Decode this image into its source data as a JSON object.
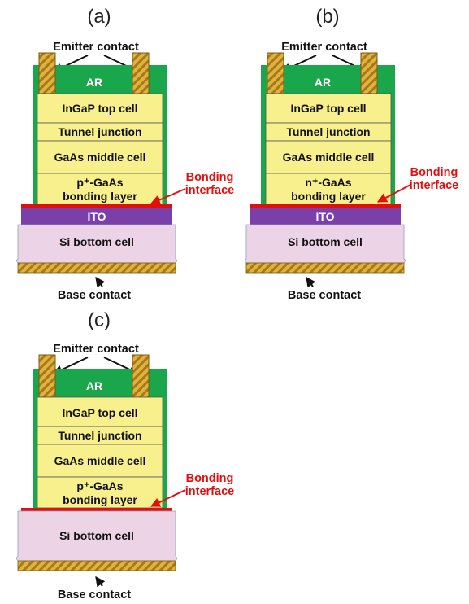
{
  "colors": {
    "green": "#1aa64a",
    "yellow": "#f7f08c",
    "purple": "#7a3fa8",
    "pink": "#ecd4e6",
    "red": "#e01010",
    "contact_fill": "#e0b43c",
    "contact_stripe": "#a8781e"
  },
  "panels": [
    {
      "label": "(a)",
      "emitter": "Emitter contact",
      "ar": "AR",
      "top_cell": "InGaP top cell",
      "tunnel": "Tunnel junction",
      "middle_cell": "GaAs middle cell",
      "bond_line1": "p⁺-GaAs",
      "bond_line2": "bonding layer",
      "ito": "ITO",
      "si_cell": "Si bottom cell",
      "interface1": "Bonding",
      "interface2": "interface",
      "base": "Base contact"
    },
    {
      "label": "(b)",
      "emitter": "Emitter contact",
      "ar": "AR",
      "top_cell": "InGaP top cell",
      "tunnel": "Tunnel junction",
      "middle_cell": "GaAs middle cell",
      "bond_line1": "n⁺-GaAs",
      "bond_line2": "bonding layer",
      "ito": "ITO",
      "si_cell": "Si bottom cell",
      "interface1": "Bonding",
      "interface2": "interface",
      "base": "Base contact"
    },
    {
      "label": "(c)",
      "emitter": "Emitter contact",
      "ar": "AR",
      "top_cell": "InGaP top cell",
      "tunnel": "Tunnel junction",
      "middle_cell": "GaAs middle cell",
      "bond_line1": "p⁺-GaAs",
      "bond_line2": "bonding layer",
      "si_cell": "Si bottom cell",
      "interface1": "Bonding",
      "interface2": "interface",
      "base": "Base contact"
    }
  ]
}
